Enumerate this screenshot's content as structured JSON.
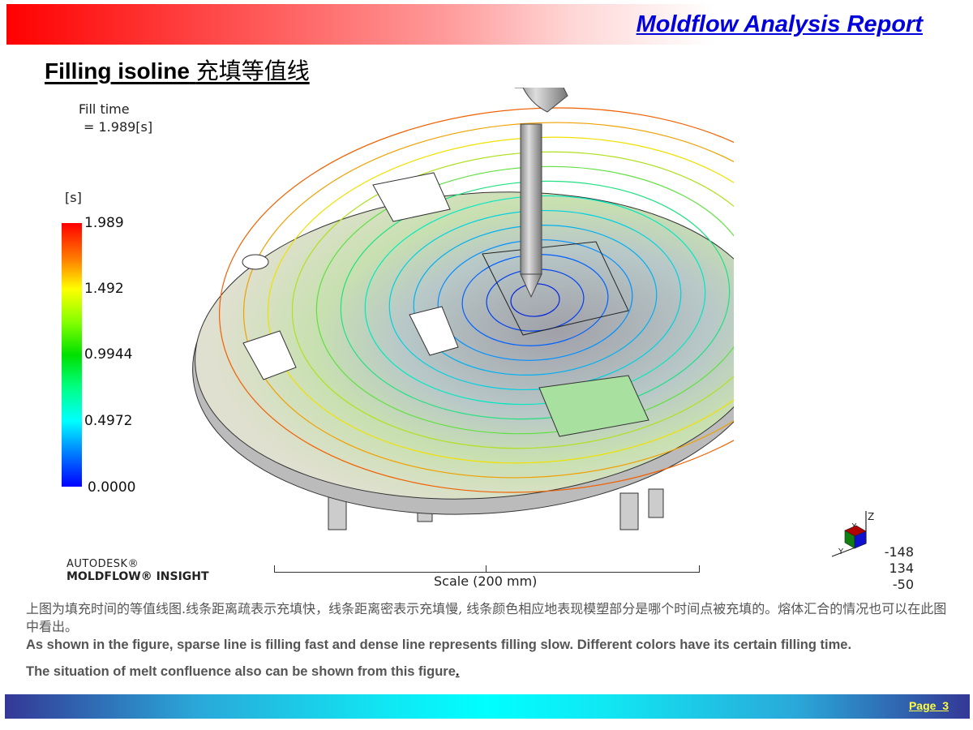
{
  "header": {
    "report_title": "Moldflow Analysis Report",
    "slide_title_en": "Filling isoline",
    "slide_title_cn": "充填等值线"
  },
  "result_panel": {
    "result_name": "Fill time",
    "result_value": "= 1.989[s]",
    "unit": "[s]",
    "legend": {
      "ticks": [
        "1.989",
        "1.492",
        "0.9944",
        "0.4972",
        "0.0000"
      ],
      "colors": [
        "#ff0000",
        "#ffff00",
        "#00e000",
        "#00ffff",
        "#0000ff"
      ]
    }
  },
  "branding": {
    "line1": "AUTODESK®",
    "line2": "MOLDFLOW® INSIGHT"
  },
  "scale": {
    "label": "Scale (200 mm)"
  },
  "triad": {
    "axes": [
      "Z",
      "Y",
      "X"
    ],
    "coords": [
      "-148",
      "134",
      "-50"
    ]
  },
  "description": {
    "cn": "上图为填充时间的等值线图.线条距离疏表示充填快，线条距离密表示充填慢, 线条颜色相应地表现模塑部分是哪个时间点被充填的。熔体汇合的情况也可以在此图中看出。",
    "en_line1": "As shown in the figure, sparse line is filling fast and dense line represents filling slow. Different colors have its certain filling time.",
    "en_line2": "The situation of melt confluence also can be shown from this figure",
    "en_line2_end": "."
  },
  "footer": {
    "page_label": "Page  3"
  }
}
